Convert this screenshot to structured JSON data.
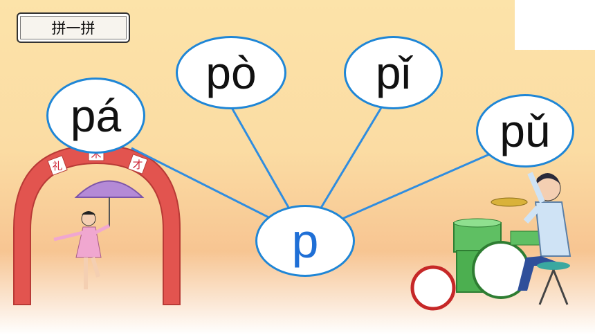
{
  "title": "拼一拼",
  "center": "p",
  "syllables": {
    "pa": "pá",
    "po": "pò",
    "pi": "pǐ",
    "pu": "pǔ"
  },
  "arch_glyphs": [
    "礼",
    "米",
    "才"
  ],
  "colors": {
    "bubble_border": "#1f86d6",
    "center_letter": "#1f6fd6",
    "line": "#2f8de0",
    "arch": "#e2544f"
  }
}
